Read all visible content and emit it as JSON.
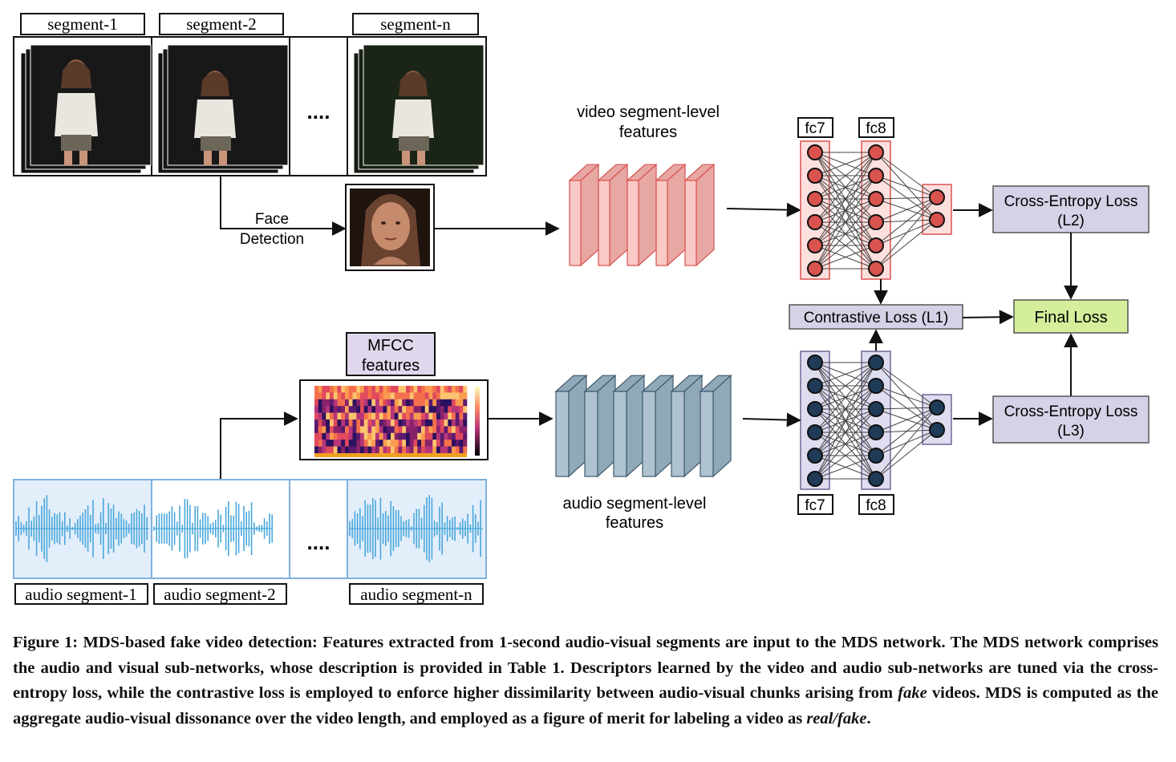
{
  "video": {
    "segment_labels": [
      "segment-1",
      "segment-2",
      "segment-n"
    ],
    "ellipsis": "....",
    "face_detection_label": [
      "Face",
      "Detection"
    ],
    "features_label": [
      "video segment-level",
      "features"
    ]
  },
  "audio": {
    "segment_labels": [
      "audio segment-1",
      "audio segment-2",
      "audio segment-n"
    ],
    "ellipsis": "....",
    "mfcc_label": [
      "MFCC",
      "features"
    ],
    "features_label": [
      "audio segment-level",
      "features"
    ]
  },
  "network": {
    "video_layer_labels": [
      "fc7",
      "fc8"
    ],
    "audio_layer_labels": [
      "fc7",
      "fc8"
    ],
    "loss_l2": [
      "Cross-Entropy Loss",
      "(L2)"
    ],
    "loss_l3": [
      "Cross-Entropy Loss",
      "(L3)"
    ],
    "contrastive": "Contrastive Loss (L1)",
    "final": "Final Loss"
  },
  "colors": {
    "video_accent": "#d9534f",
    "video_fill": "#f9c9c6",
    "audio_accent": "#1f3b57",
    "audio_fill": "#aec3cf",
    "audio_wave": "#4aa8dc",
    "audio_panel": "#e3eefb",
    "loss_box": "#d4d2e6",
    "final_box": "#d4ee9b"
  },
  "caption": {
    "prefix": "Figure 1: MDS-based fake video detection: Features extracted from 1-second audio-visual segments are input to the MDS network. The MDS network comprises the audio and visual sub-networks, whose description is provided in Table 1. Descriptors learned by the video and audio sub-networks are tuned via the cross-entropy loss, while the contrastive loss is employed to enforce higher dissimilarity between audio-visual chunks arising from",
    "fake_word": "fake",
    "middle": "videos. MDS is computed as the aggregate audio-visual dissonance over the video length, and employed as a figure of merit for labeling a video as",
    "real_fake": "real/fake",
    "end": "."
  }
}
